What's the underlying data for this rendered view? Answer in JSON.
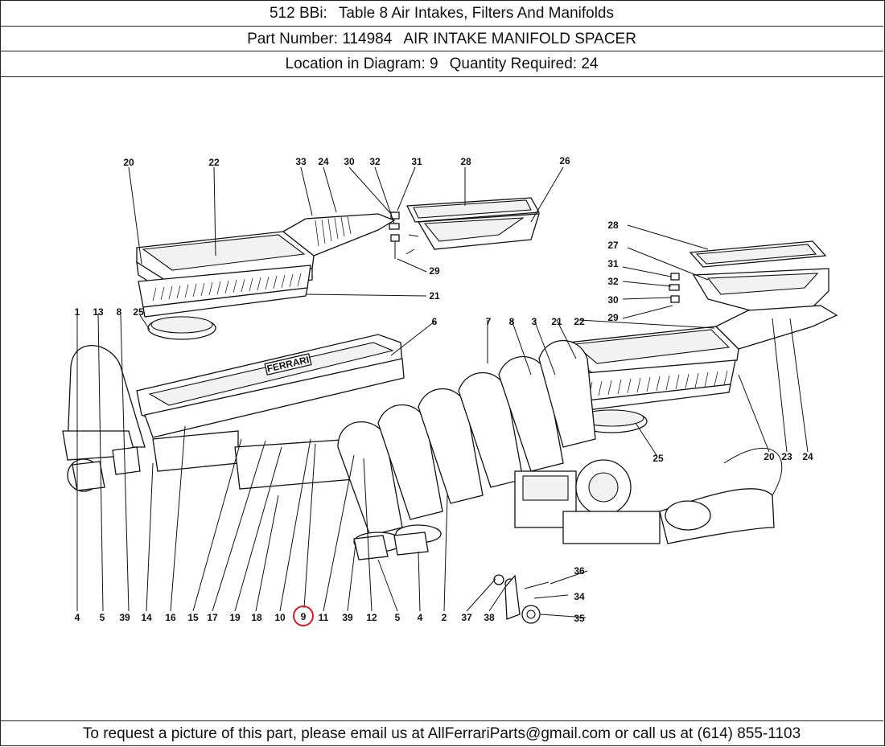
{
  "header": {
    "model": "512 BBi:",
    "table": "Table 8 Air Intakes, Filters And Manifolds",
    "part_number_label": "Part Number: 114984",
    "part_name": "AIR INTAKE MANIFOLD SPACER",
    "location_label": "Location in Diagram: 9",
    "quantity_label": "Quantity Required: 24"
  },
  "diagram": {
    "highlighted_callout": "9",
    "callouts": {
      "top": [
        "20",
        "22",
        "33",
        "24",
        "30",
        "32",
        "31",
        "28",
        "26",
        "29",
        "21"
      ],
      "right_top": [
        "28",
        "27",
        "31",
        "32",
        "30",
        "29"
      ],
      "middle": [
        "1",
        "13",
        "8",
        "25",
        "6",
        "7",
        "8",
        "3",
        "21",
        "22"
      ],
      "right_mid": [
        "20",
        "23",
        "24",
        "25"
      ],
      "bottom": [
        "4",
        "5",
        "39",
        "14",
        "16",
        "15",
        "17",
        "19",
        "18",
        "10",
        "9",
        "11",
        "39",
        "12",
        "5",
        "4",
        "2",
        "37",
        "38"
      ],
      "small_parts": [
        "36",
        "34",
        "35"
      ]
    },
    "emblem_text": "FERRARI"
  },
  "footer": {
    "text": "To request a picture of this part, please email us at AllFerrariParts@gmail.com or call us at (614) 855-1103"
  }
}
